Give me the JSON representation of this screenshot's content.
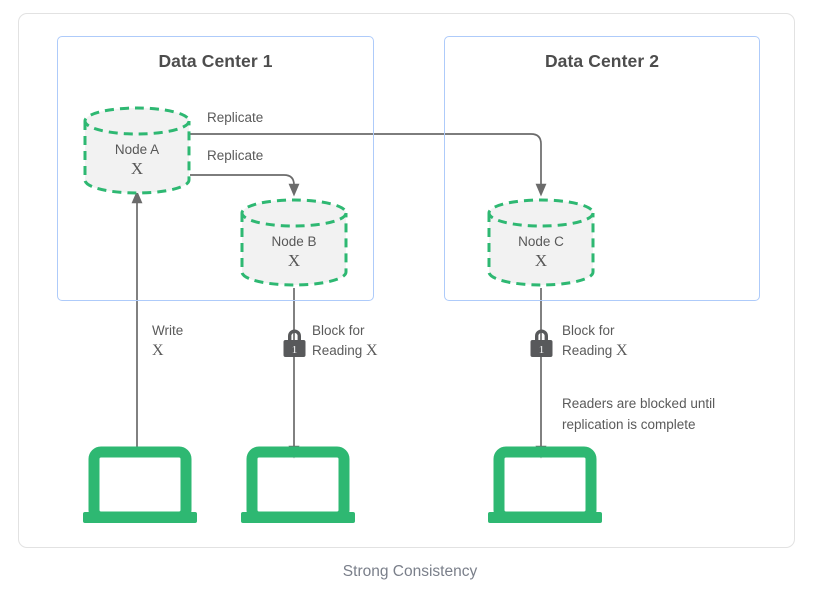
{
  "caption": "Strong Consistency",
  "colors": {
    "card_border": "#e2e2e2",
    "dc_border": "#aecbfa",
    "node_stroke": "#2eb872",
    "node_fill": "#f2f2f2",
    "arrow": "#6b6b6b",
    "laptop": "#2eb872",
    "lock": "#58595b",
    "text": "#5a5a5a",
    "title_text": "#4d4d4d",
    "caption_text": "#7a7f8a"
  },
  "data_centers": [
    {
      "id": "dc1",
      "title": "Data Center 1"
    },
    {
      "id": "dc2",
      "title": "Data Center 2"
    }
  ],
  "nodes": [
    {
      "id": "node-a",
      "name": "Node A",
      "value": "X"
    },
    {
      "id": "node-b",
      "name": "Node B",
      "value": "X"
    },
    {
      "id": "node-c",
      "name": "Node C",
      "value": "X"
    }
  ],
  "connectors": [
    {
      "id": "replicate-a-to-c",
      "label": "Replicate"
    },
    {
      "id": "replicate-a-to-b",
      "label": "Replicate"
    }
  ],
  "flows": [
    {
      "id": "write-flow",
      "line1": "Write",
      "line2": "X"
    },
    {
      "id": "block-b-flow",
      "line1": "Block for",
      "line2_prefix": "Reading ",
      "line2_value": "X"
    },
    {
      "id": "block-c-flow",
      "line1": "Block for",
      "line2_prefix": "Reading ",
      "line2_value": "X"
    }
  ],
  "note": {
    "line1": "Readers are blocked until",
    "line2": "replication is complete"
  },
  "locks": [
    {
      "id": "lock-node-b",
      "glyph": "1"
    },
    {
      "id": "lock-node-c",
      "glyph": "1"
    }
  ],
  "clients": [
    {
      "id": "client-writer"
    },
    {
      "id": "client-reader-b"
    },
    {
      "id": "client-reader-c"
    }
  ]
}
